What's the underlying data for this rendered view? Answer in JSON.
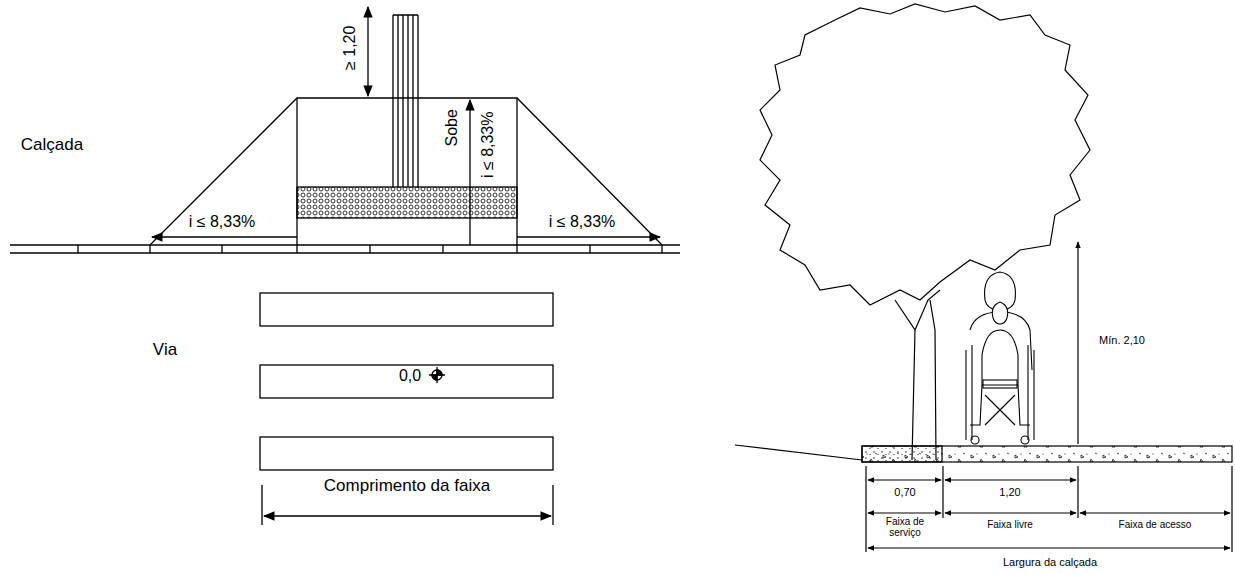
{
  "diagram": {
    "labels": [
      "≥ 1,20",
      "Sobe",
      "i ≤ 8,33%",
      "Calçada",
      "i ≤ 8,33%",
      "i ≤ 8,33%",
      "Via",
      "0,0",
      "Comprimento da faixa",
      "Mín. 2,10",
      "0,70",
      "1,20",
      "Faixa de serviço",
      "Faixa livre",
      "Faixa de acesso",
      "Largura da calçada"
    ]
  }
}
